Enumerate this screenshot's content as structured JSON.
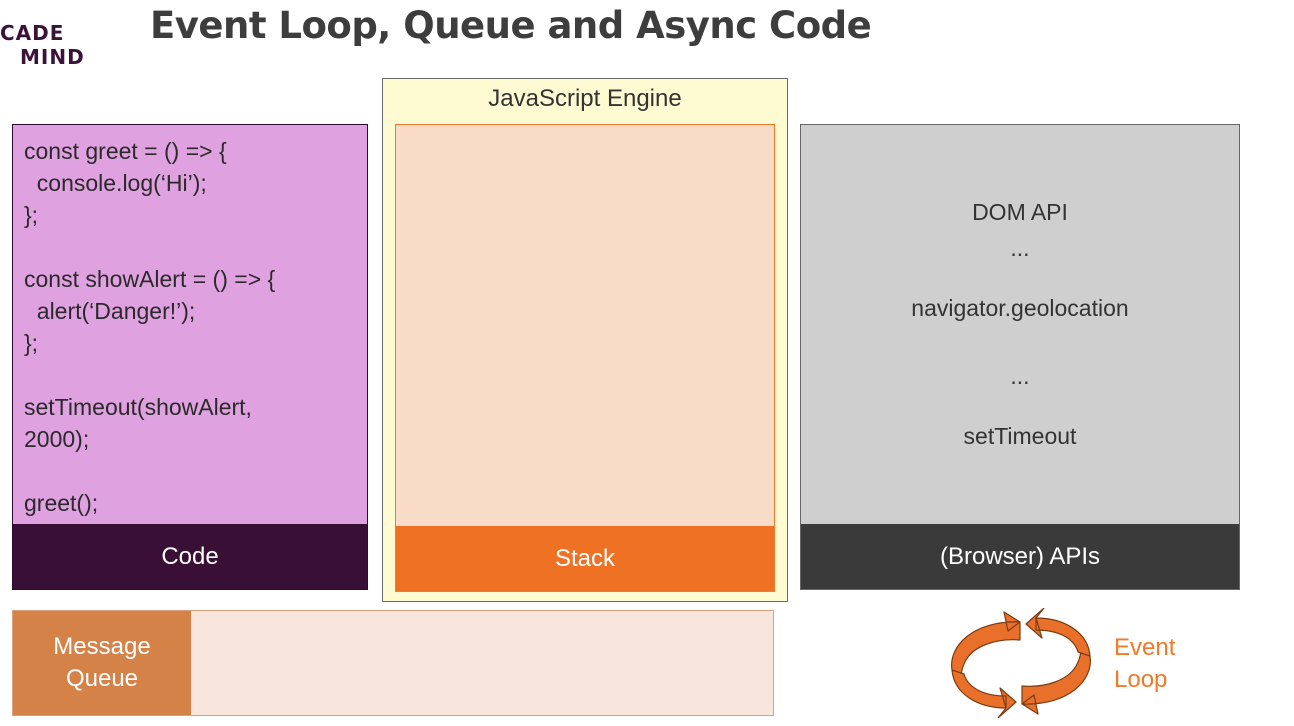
{
  "logo": {
    "line1": "CADE",
    "line2": "MIND"
  },
  "title": "Event Loop, Queue and Async Code",
  "code": {
    "label": "Code",
    "lines": [
      "const greet = () => {",
      "  console.log(‘Hi’);",
      "};",
      "",
      "const showAlert = () => {",
      "  alert(‘Danger!’);",
      "};",
      "",
      "setTimeout(showAlert,",
      "2000);",
      "",
      "greet();"
    ]
  },
  "engine": {
    "title": "JavaScript Engine",
    "stack_label": "Stack"
  },
  "apis": {
    "label": "(Browser) APIs",
    "items": [
      "DOM API",
      "...",
      "navigator.geolocation",
      "...",
      "setTimeout"
    ]
  },
  "queue": {
    "label_line1": "Message",
    "label_line2": "Queue"
  },
  "event_loop": {
    "line1": "Event",
    "line2": "Loop"
  },
  "colors": {
    "code_bg": "#e0a1e0",
    "code_label_bg": "#3a0f35",
    "engine_bg": "#fefad2",
    "stack_bg": "#f8dcc8",
    "stack_label_bg": "#ef7224",
    "api_bg": "#cfcfcf",
    "api_label_bg": "#3a3a3a",
    "queue_bg": "#f8e6dc",
    "queue_label_bg": "#d48248",
    "loop_color": "#e8702a"
  }
}
